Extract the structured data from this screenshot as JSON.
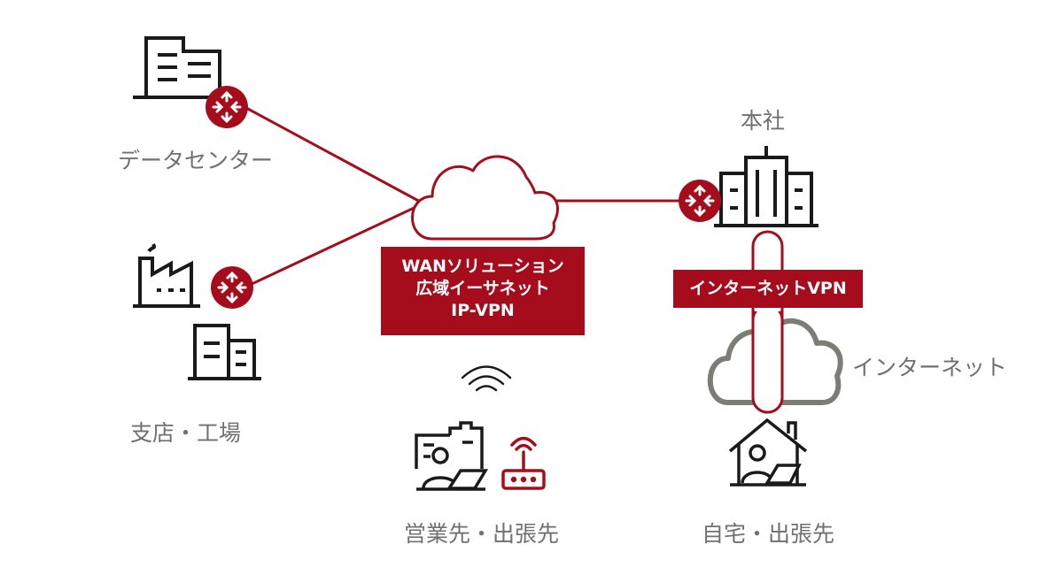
{
  "labels": {
    "datacenter": "データセンター",
    "branch": "支店・工場",
    "headquarters": "本社",
    "sales": "営業先・出張先",
    "home": "自宅・出張先",
    "internet": "インターネット"
  },
  "wan_tag": {
    "line1": "WANソリューション",
    "line2": "広域イーサネット",
    "line3": "IP-VPN"
  },
  "vpn_tag": "インターネットVPN",
  "colors": {
    "accent": "#a50d1d",
    "icon": "#1a1a1a",
    "cloud_gray": "#7d7d78",
    "label_gray": "#707070"
  },
  "icons": [
    "router-icon",
    "data-center-building-icon",
    "factory-icon",
    "branch-office-icon",
    "headquarters-building-icon",
    "wan-cloud-icon",
    "internet-cloud-icon",
    "wifi-icon",
    "mobile-worker-icon",
    "wifi-router-icon",
    "home-worker-icon"
  ]
}
